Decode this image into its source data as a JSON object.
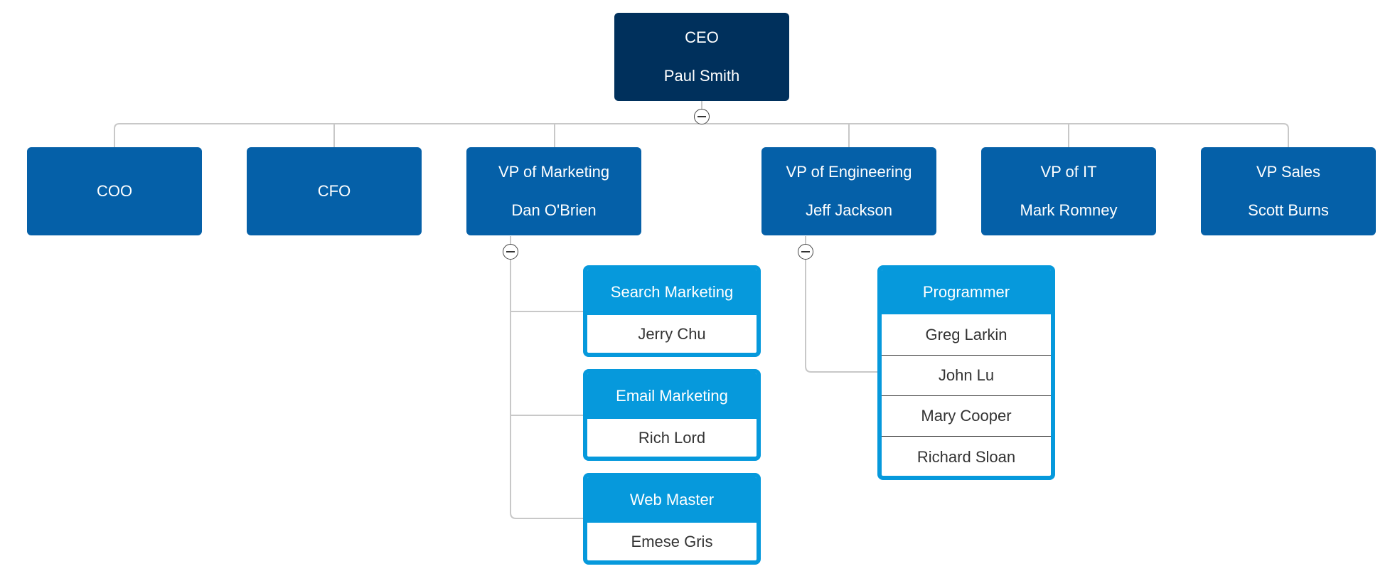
{
  "colors": {
    "ceo": "#00305c",
    "vp": "#0560a8",
    "card": "#0699dc",
    "connector": "#c8c8c8"
  },
  "ceo": {
    "title": "CEO",
    "name": "Paul Smith"
  },
  "vps": [
    {
      "title": "COO",
      "name": ""
    },
    {
      "title": "CFO",
      "name": ""
    },
    {
      "title": "VP of Marketing",
      "name": "Dan O'Brien"
    },
    {
      "title": "VP of Engineering",
      "name": "Jeff Jackson"
    },
    {
      "title": "VP of IT",
      "name": "Mark Romney"
    },
    {
      "title": "VP Sales",
      "name": "Scott Burns"
    }
  ],
  "marketing_team": [
    {
      "role": "Search Marketing",
      "members": [
        "Jerry Chu"
      ]
    },
    {
      "role": "Email Marketing",
      "members": [
        "Rich Lord"
      ]
    },
    {
      "role": "Web Master",
      "members": [
        "Emese Gris"
      ]
    }
  ],
  "engineering_team": [
    {
      "role": "Programmer",
      "members": [
        "Greg Larkin",
        "John Lu",
        "Mary Cooper",
        "Richard Sloan"
      ]
    }
  ],
  "toggles": {
    "icon": "collapse-minus-icon"
  }
}
